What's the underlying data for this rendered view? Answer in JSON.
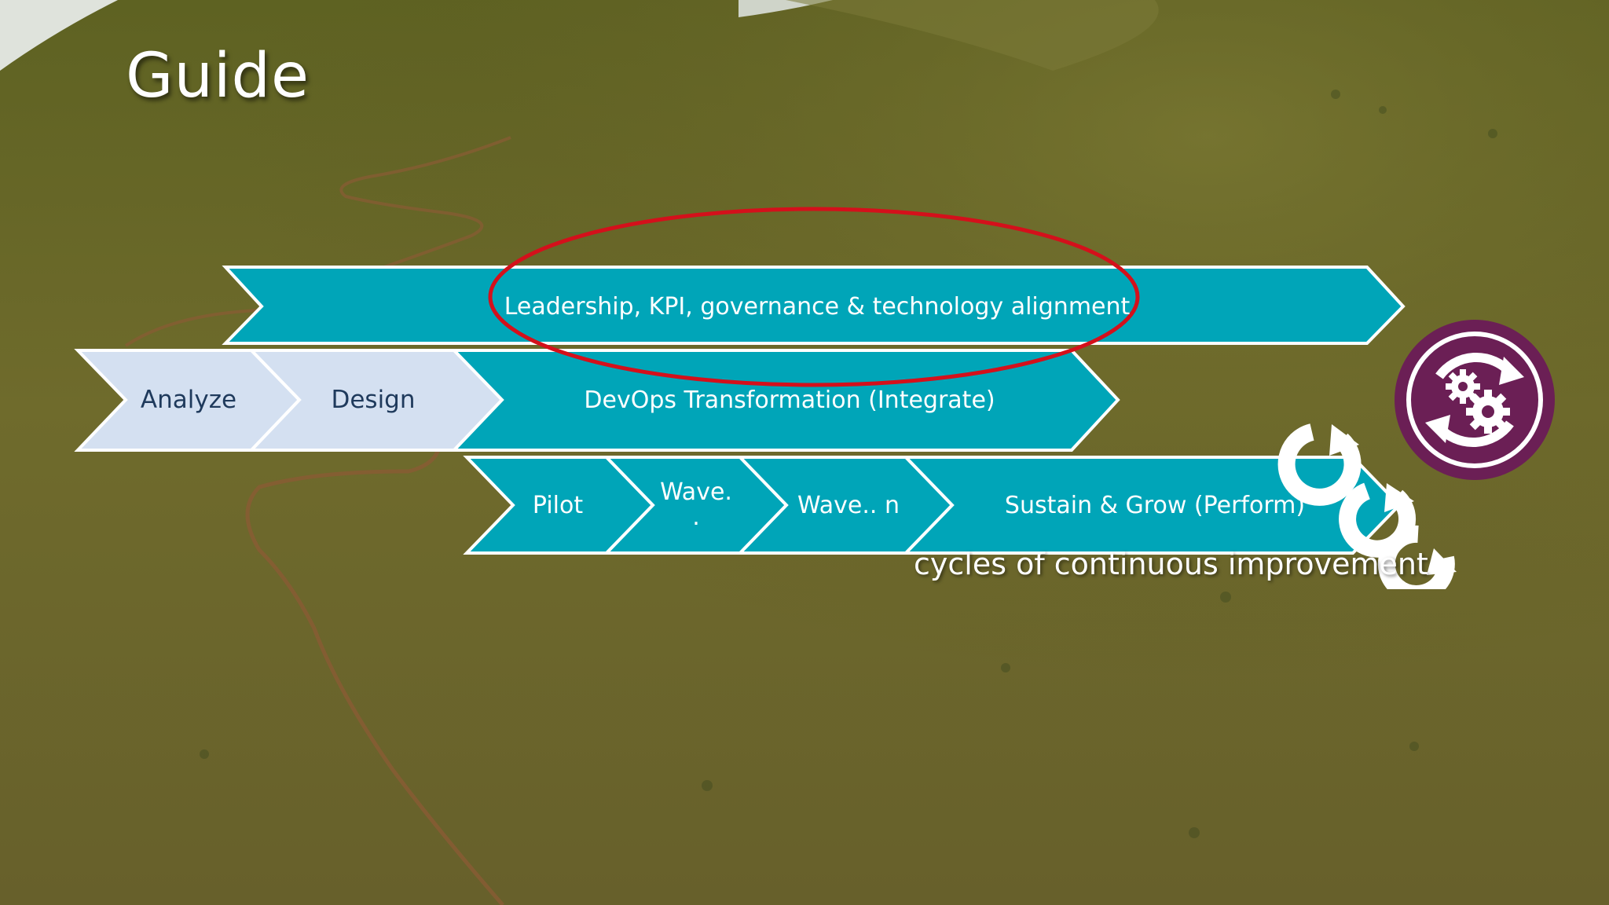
{
  "slide": {
    "title": "Guide",
    "caption": "cycles of continuous improvement",
    "colors": {
      "teal": "#00a5b8",
      "pale": "#d4e0f1",
      "highlight_ellipse": "#d4101b",
      "badge": "#6b1f55",
      "hillside": "#6b6a2a"
    }
  },
  "rows": {
    "top": {
      "label": "Leadership, KPI, governance & technology alignment"
    },
    "middle": [
      {
        "label": "Analyze"
      },
      {
        "label": "Design"
      },
      {
        "label": "DevOps Transformation (Integrate)"
      }
    ],
    "bottom": [
      {
        "label": "Pilot"
      },
      {
        "label": "Wave.",
        "sub": "."
      },
      {
        "label": "Wave.. n"
      },
      {
        "label": "Sustain & Grow (Perform)"
      }
    ]
  },
  "icons": {
    "cycle": "refresh-arrows-icon",
    "badge": "gears-cycle-icon"
  }
}
